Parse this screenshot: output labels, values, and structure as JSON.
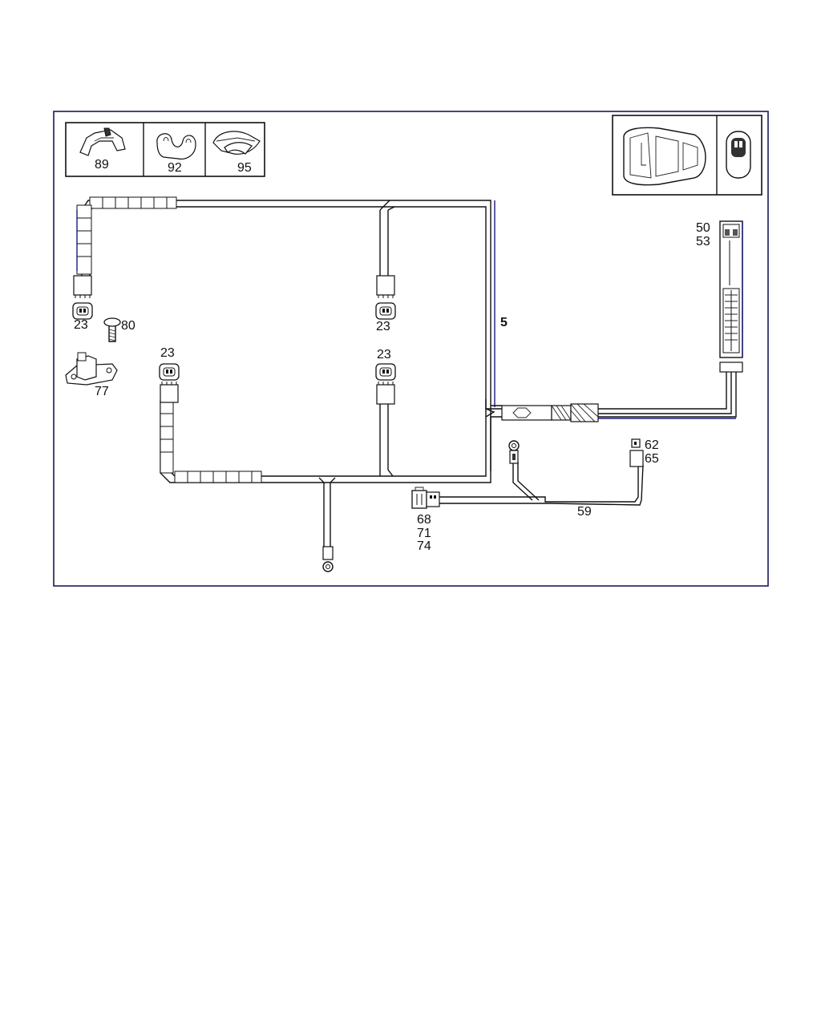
{
  "labels": {
    "clip_89": "89",
    "clip_92": "92",
    "clip_95": "95",
    "conn_23_a": "23",
    "conn_23_b": "23",
    "conn_23_c": "23",
    "conn_23_d": "23",
    "screw_80": "80",
    "bracket_77": "77",
    "harness_5": "5",
    "connector_50": "50",
    "connector_53": "53",
    "plug_62": "62",
    "plug_65": "65",
    "cable_59": "59",
    "plug_68": "68",
    "plug_71": "71",
    "plug_74": "74"
  },
  "colors": {
    "line": "#111111",
    "accent_blue": "#1a1a7a",
    "background": "#ffffff"
  }
}
